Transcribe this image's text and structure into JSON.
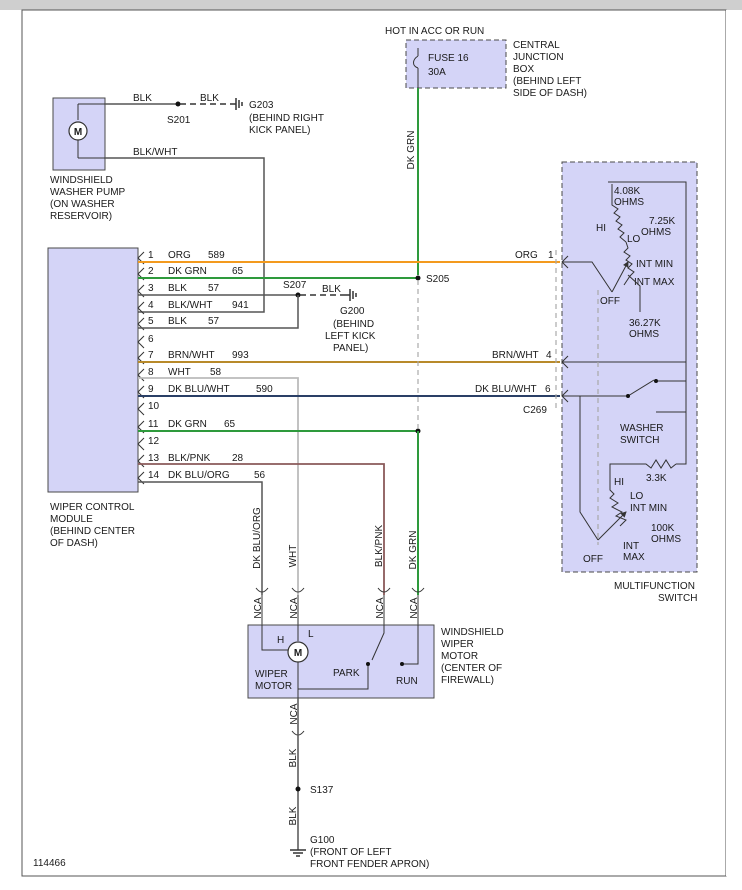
{
  "colors": {
    "org": "#f39a1e",
    "dk_grn": "#2e9a3c",
    "brn_wht": "#b88a2a",
    "dk_blu_wht": "#2a3f66",
    "blk_pnk": "#8a5a5a",
    "wht": "#bbbbbb",
    "blk": "#555555",
    "box_fill": "#d4d4f7"
  },
  "figure_number": "114466",
  "power": {
    "hot_label": "HOT IN ACC OR RUN",
    "fuse_label": "FUSE 16",
    "fuse_rating": "30A",
    "cjb_lines": [
      "CENTRAL",
      "JUNCTION",
      "BOX",
      "(BEHIND LEFT",
      "SIDE OF DASH)"
    ],
    "feed_wire": "DK GRN"
  },
  "pump": {
    "lines": [
      "WINDSHIELD",
      "WASHER PUMP",
      "(ON WASHER",
      "RESERVOIR)"
    ],
    "wire_blk": "BLK",
    "wire_blk2": "BLK",
    "splice": "S201",
    "ground": "G203",
    "ground_lines": [
      "(BEHIND RIGHT",
      "KICK PANEL)"
    ],
    "wire_blk_wht": "BLK/WHT"
  },
  "module": {
    "lines": [
      "WIPER CONTROL",
      "MODULE",
      "(BEHIND CENTER",
      "OF DASH)"
    ],
    "pins": [
      {
        "pin": "1",
        "color": "ORG",
        "circuit": "589"
      },
      {
        "pin": "2",
        "color": "DK GRN",
        "circuit": "65"
      },
      {
        "pin": "3",
        "color": "BLK",
        "circuit": "57"
      },
      {
        "pin": "4",
        "color": "BLK/WHT",
        "circuit": "941"
      },
      {
        "pin": "5",
        "color": "BLK",
        "circuit": "57"
      },
      {
        "pin": "6",
        "color": "",
        "circuit": ""
      },
      {
        "pin": "7",
        "color": "BRN/WHT",
        "circuit": "993"
      },
      {
        "pin": "8",
        "color": "WHT",
        "circuit": "58"
      },
      {
        "pin": "9",
        "color": "DK BLU/WHT",
        "circuit": "590"
      },
      {
        "pin": "10",
        "color": "",
        "circuit": ""
      },
      {
        "pin": "11",
        "color": "DK GRN",
        "circuit": "65"
      },
      {
        "pin": "12",
        "color": "",
        "circuit": ""
      },
      {
        "pin": "13",
        "color": "BLK/PNK",
        "circuit": "28"
      },
      {
        "pin": "14",
        "color": "DK BLU/ORG",
        "circuit": "56"
      }
    ]
  },
  "splices": {
    "s205": "S205",
    "s207": "S207",
    "s207_wire": "BLK",
    "g200": "G200",
    "g200_lines": [
      "(BEHIND",
      "LEFT KICK",
      "PANEL)"
    ],
    "c269": "C269"
  },
  "switch": {
    "org_label": "ORG",
    "org_pin": "1",
    "brn_label": "BRN/WHT",
    "brn_pin": "4",
    "blu_label": "DK BLU/WHT",
    "blu_pin": "6",
    "r408": [
      "4.08K",
      "OHMS"
    ],
    "r725": [
      "7.25K",
      "OHMS"
    ],
    "hi": "HI",
    "lo": "LO",
    "int_min": "INT MIN",
    "int_max": "INT MAX",
    "off": "OFF",
    "r3627": [
      "36.27K",
      "OHMS"
    ],
    "washer": [
      "WASHER",
      "SWITCH"
    ],
    "r33": "3.3K",
    "hi2": "HI",
    "lo2": "LO",
    "int_min2": "INT MIN",
    "r100": [
      "100K",
      "OHMS"
    ],
    "int_max2": [
      "INT",
      "MAX"
    ],
    "off2": "OFF",
    "name_lines": [
      "MULTIFUNCTION",
      "SWITCH"
    ]
  },
  "motor_leads": {
    "dk_blu_org": "DK BLU/ORG",
    "wht": "WHT",
    "blk_pnk": "BLK/PNK",
    "dk_grn": "DK GRN",
    "nca": "NCA"
  },
  "motor": {
    "h": "H",
    "l": "L",
    "m": "M",
    "label_lines": [
      "WIPER",
      "MOTOR"
    ],
    "park": "PARK",
    "run": "RUN",
    "desc_lines": [
      "WINDSHIELD",
      "WIPER",
      "MOTOR",
      "(CENTER OF",
      "FIREWALL)"
    ]
  },
  "ground_bottom": {
    "nca": "NCA",
    "wire": "BLK",
    "splice": "S137",
    "wire2": "BLK",
    "ground": "G100",
    "lines": [
      "(FRONT OF LEFT",
      "FRONT FENDER APRON)"
    ]
  }
}
